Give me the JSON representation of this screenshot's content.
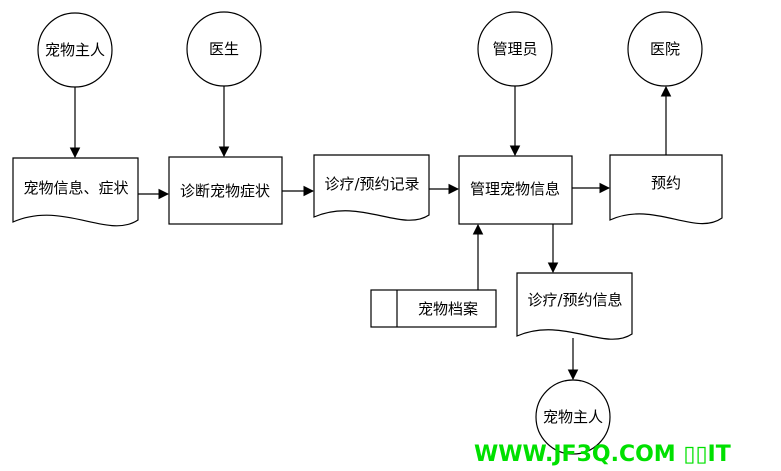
{
  "entities": {
    "owner_top": "宠物主人",
    "doctor": "医生",
    "admin": "管理员",
    "hospital": "医院",
    "owner_bottom": "宠物主人"
  },
  "flows": {
    "pet_info": "宠物信息、症状",
    "diag_record": "诊疗/预约记录",
    "appointment": "预约",
    "diag_info": "诊疗/预约信息"
  },
  "processes": {
    "diagnose": "诊断宠物症状",
    "manage": "管理宠物信息"
  },
  "stores": {
    "archive": "宠物档案"
  },
  "watermark": {
    "text": "WWW.JF3Q.COM ▯▯IT",
    "color": "#00e000"
  }
}
